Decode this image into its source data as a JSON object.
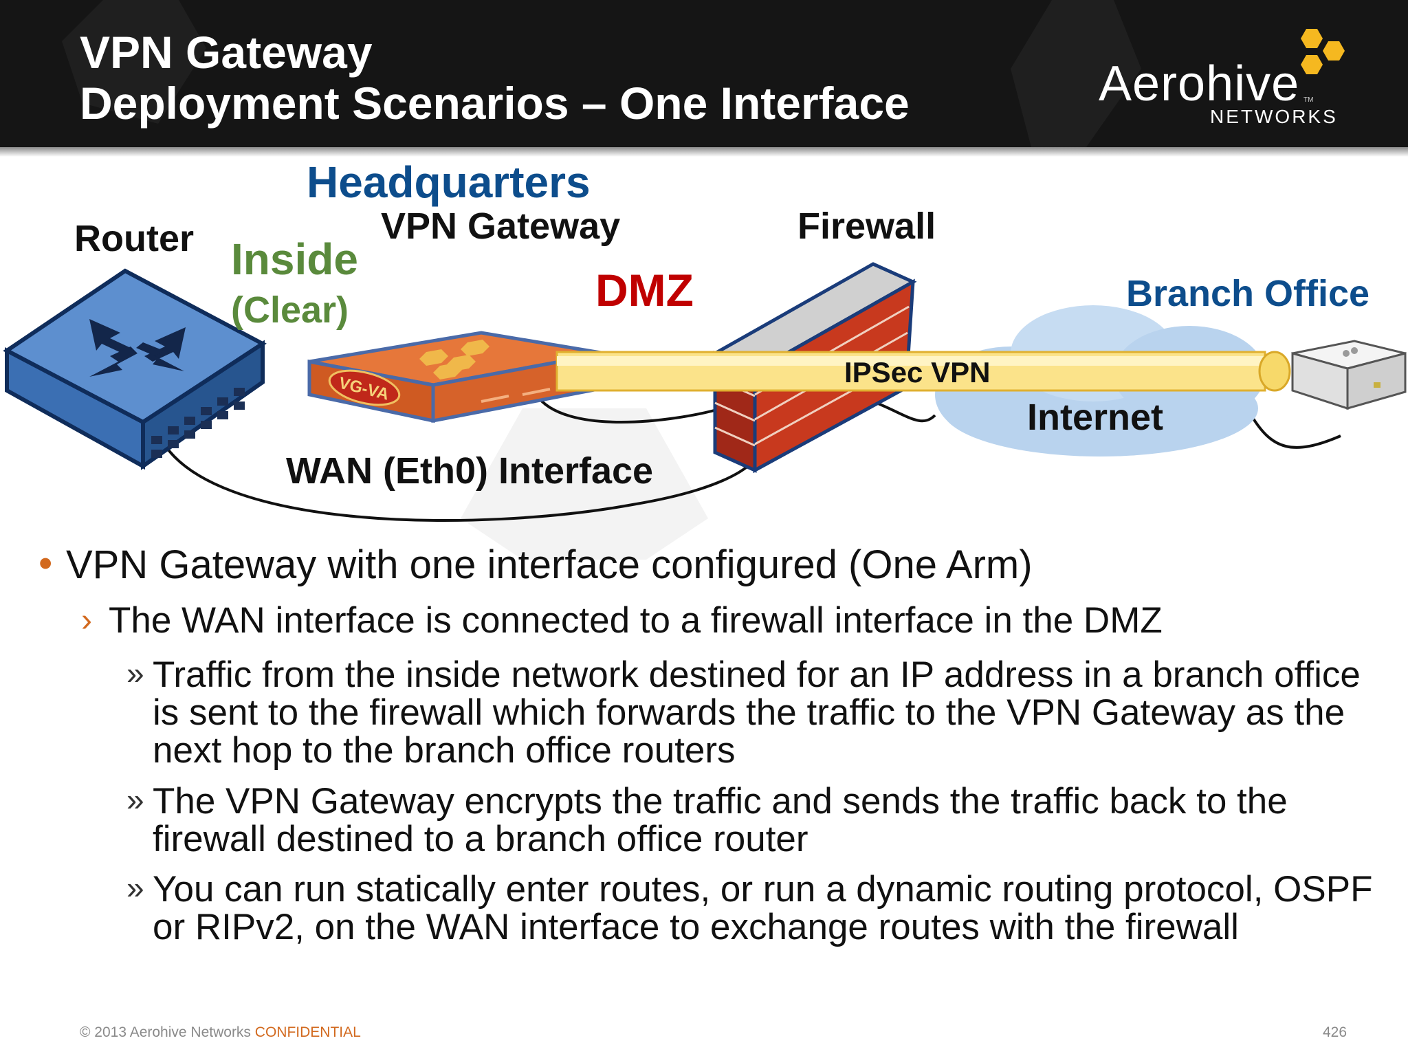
{
  "header": {
    "title_line1": "VPN Gateway",
    "title_line2": "Deployment Scenarios – One Interface",
    "logo": {
      "word": "Aerohive",
      "sub": "NETWORKS",
      "tm": "TM",
      "accent": "#f5b820"
    }
  },
  "diagram": {
    "headquarters": "Headquarters",
    "router": "Router",
    "inside": "Inside",
    "clear": "(Clear)",
    "vpn_gateway": "VPN Gateway",
    "device_badge": "VG-VA",
    "dmz": "DMZ",
    "firewall": "Firewall",
    "branch_office": "Branch Office",
    "tunnel": "IPSec VPN",
    "internet": "Internet",
    "wan_interface": "WAN (Eth0) Interface",
    "colors": {
      "headquarters": "#0d4d8c",
      "inside": "#5a8a3c",
      "dmz": "#c00000",
      "tunnel": "#fbe38a",
      "firewall_brick": "#b5321c"
    }
  },
  "bullets": {
    "level1": "VPN Gateway with one interface configured (One Arm)",
    "level2": "The WAN interface  is connected to a firewall interface in the DMZ",
    "level3": [
      "Traffic from the inside network destined for an IP address in a branch office is sent to the firewall  which forwards the traffic to the VPN Gateway as the next hop to the branch office routers",
      "The VPN Gateway encrypts the traffic and sends the traffic back to the firewall destined to a branch office router",
      "You can run statically enter routes, or run a dynamic routing protocol, OSPF or RIPv2, on the WAN interface to exchange routes with the firewall"
    ],
    "markers": {
      "level1": "•",
      "level2": "›",
      "level3": "»"
    }
  },
  "footer": {
    "copyright": "© 2013 Aerohive Networks",
    "confidential": "CONFIDENTIAL",
    "page_number": "426"
  }
}
